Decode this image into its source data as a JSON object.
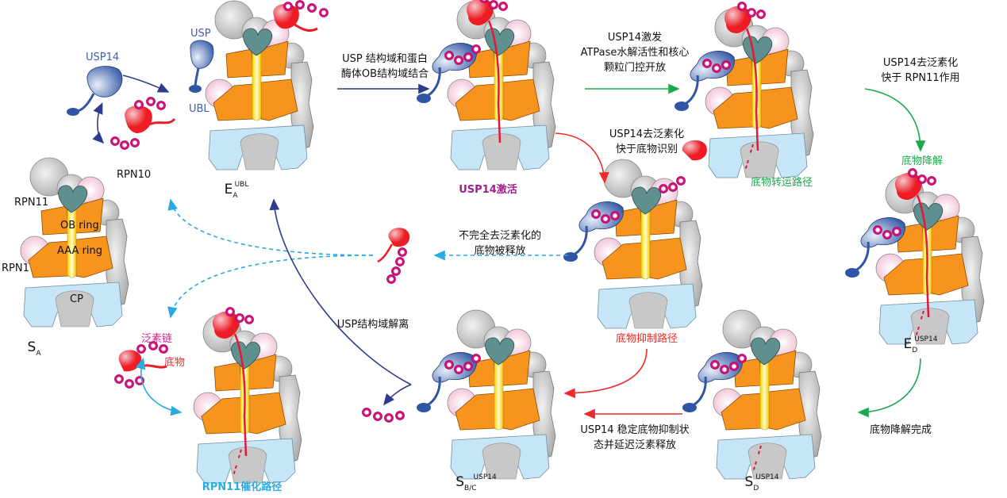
{
  "colors": {
    "navy": "#2e3a8c",
    "green": "#1aa84a",
    "red": "#ee2a2a",
    "cyan": "#29abe2",
    "magenta": "#a01f8e",
    "pink_label": "#e0198a",
    "usp_blue": "#3d5fae",
    "orange": "#f7941d",
    "cp_blue": "#c6e6f7",
    "grey": "#b8b8b8",
    "teal": "#5f8f8e",
    "light_pink": "#f6d3e2",
    "ub_bead": "#d6127e"
  },
  "labels": {
    "usp14_free": "USP14",
    "usp": "USP",
    "ubl": "UBL",
    "rpn10": "RPN10",
    "rpn11": "RPN11",
    "ob_ring": "OB ring",
    "aaa_ring": "AAA ring",
    "rpn1": "RPN1",
    "cp": "CP",
    "ub_chain": "泛素链",
    "substrate": "底物"
  },
  "states": {
    "sa": {
      "main": "S",
      "sub": "A",
      "sup": ""
    },
    "ea_ubl": {
      "main": "E",
      "sub": "A",
      "sup": "UBL"
    },
    "usp14_activated": "USP14激活",
    "translocation_path": "底物转运路径",
    "inhibition_path": "底物抑制路径",
    "ed_usp14": {
      "main": "E",
      "sub": "D",
      "sup": "USP14"
    },
    "rpn11_path": "RPN11催化路径",
    "sbc_usp14": {
      "main": "S",
      "sub": "B/C",
      "sup": "USP14"
    },
    "sd_usp14": {
      "main": "S",
      "sub": "D",
      "sup": "USP14"
    }
  },
  "transitions": {
    "binding": [
      "USP 结构域和蛋白",
      "酶体OB结构域结合"
    ],
    "activation": [
      "USP14激发",
      "ATPase水解活性和核心",
      "颗粒门控开放"
    ],
    "dub_faster_rpn11": [
      "USP14去泛素化",
      "快于 RPN11作用"
    ],
    "degradation": "底物降解",
    "dub_faster_recognition": [
      "USP14去泛素化",
      "快于底物识别"
    ],
    "incomplete_release": [
      "不完全去泛素化的",
      "底物被释放"
    ],
    "usp_dissociation": "USP结构域解离",
    "stabilize_inhibition": [
      "USP14 稳定底物抑制状",
      "态并延迟泛素释放"
    ],
    "degradation_complete": "底物降解完成"
  }
}
